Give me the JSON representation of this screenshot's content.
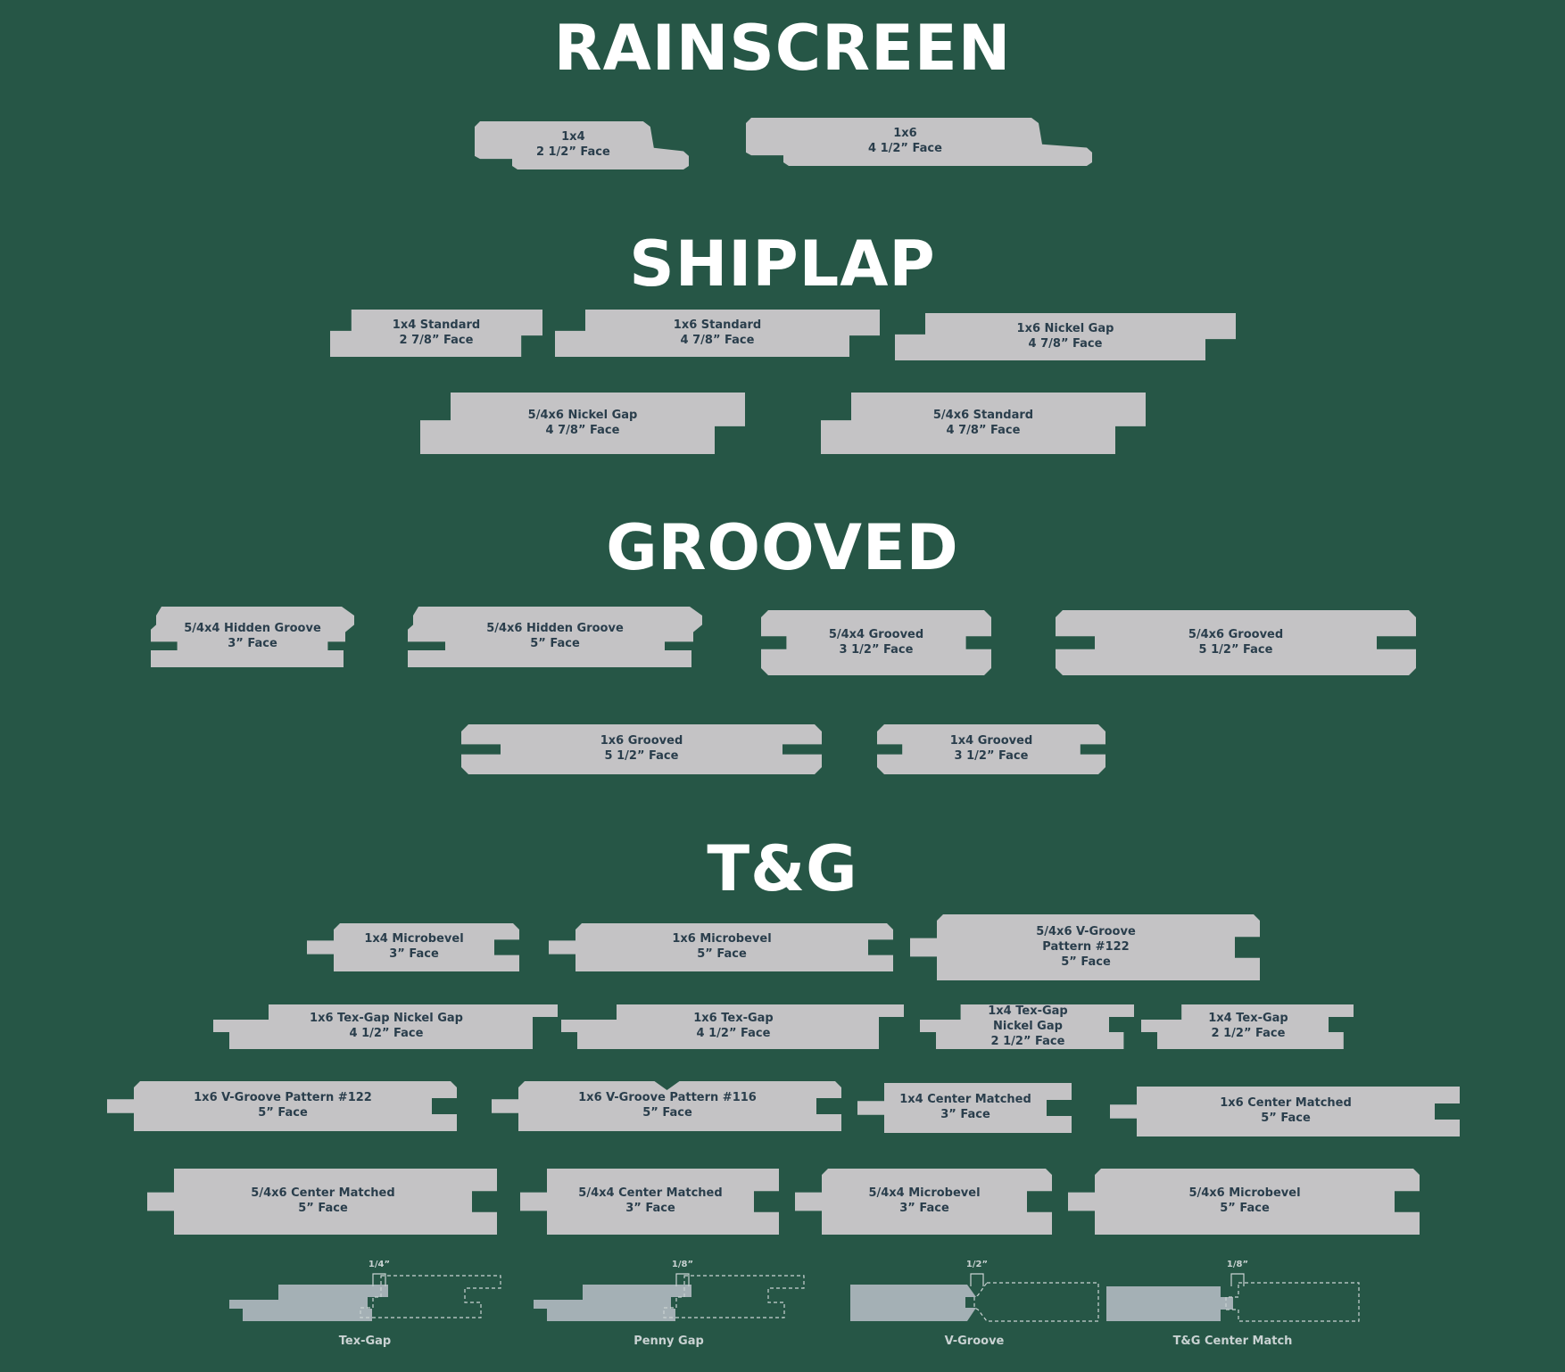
{
  "colors": {
    "background": "#265646",
    "profile_fill": "#c4c3c5",
    "label_text": "#2a3e4c",
    "heading_text": "#ffffff",
    "gap_board_fill": "#a4b0b5",
    "gap_outline": "#c9d2d2"
  },
  "sections": [
    {
      "id": "rainscreen",
      "title": "RAINSCREEN"
    },
    {
      "id": "shiplap",
      "title": "SHIPLAP"
    },
    {
      "id": "grooved",
      "title": "GROOVED"
    },
    {
      "id": "tg",
      "title": "T&G"
    }
  ],
  "profiles": [
    {
      "id": "rs-1x4",
      "section": "rainscreen",
      "shape": "rainscreen",
      "lines": [
        "1x4",
        "2 1/2” Face"
      ]
    },
    {
      "id": "rs-1x6",
      "section": "rainscreen",
      "shape": "rainscreen",
      "lines": [
        "1x6",
        "4 1/2” Face"
      ]
    },
    {
      "id": "sl-1x4-standard",
      "section": "shiplap",
      "shape": "shiplap",
      "lines": [
        "1x4 Standard",
        "2 7/8” Face"
      ]
    },
    {
      "id": "sl-1x6-standard",
      "section": "shiplap",
      "shape": "shiplap",
      "lines": [
        "1x6 Standard",
        "4 7/8” Face"
      ]
    },
    {
      "id": "sl-1x6-nickel-gap",
      "section": "shiplap",
      "shape": "shiplap",
      "lines": [
        "1x6 Nickel Gap",
        "4 7/8” Face"
      ]
    },
    {
      "id": "sl-54x6-nickel-gap",
      "section": "shiplap",
      "shape": "shiplap",
      "lines": [
        "5/4x6 Nickel Gap",
        "4 7/8” Face"
      ]
    },
    {
      "id": "sl-54x6-standard",
      "section": "shiplap",
      "shape": "shiplap",
      "lines": [
        "5/4x6 Standard",
        "4 7/8” Face"
      ]
    },
    {
      "id": "gr-54x4-hidden",
      "section": "grooved",
      "shape": "hidden-groove",
      "lines": [
        "5/4x4 Hidden Groove",
        "3” Face"
      ]
    },
    {
      "id": "gr-54x6-hidden",
      "section": "grooved",
      "shape": "hidden-groove",
      "lines": [
        "5/4x6 Hidden Groove",
        "5” Face"
      ]
    },
    {
      "id": "gr-54x4-grooved",
      "section": "grooved",
      "shape": "grooved",
      "lines": [
        "5/4x4 Grooved",
        "3 1/2” Face"
      ]
    },
    {
      "id": "gr-54x6-grooved",
      "section": "grooved",
      "shape": "grooved",
      "lines": [
        "5/4x6 Grooved",
        "5 1/2” Face"
      ]
    },
    {
      "id": "gr-1x6-grooved",
      "section": "grooved",
      "shape": "grooved",
      "lines": [
        "1x6 Grooved",
        "5 1/2” Face"
      ]
    },
    {
      "id": "gr-1x4-grooved",
      "section": "grooved",
      "shape": "grooved",
      "lines": [
        "1x4 Grooved",
        "3 1/2” Face"
      ]
    },
    {
      "id": "tg-1x4-microbevel",
      "section": "tg",
      "shape": "tg-bevel",
      "lines": [
        "1x4 Microbevel",
        "3” Face"
      ]
    },
    {
      "id": "tg-1x6-microbevel",
      "section": "tg",
      "shape": "tg-bevel",
      "lines": [
        "1x6 Microbevel",
        "5” Face"
      ]
    },
    {
      "id": "tg-54x6-vgroove-122",
      "section": "tg",
      "shape": "tg-bevel",
      "lines": [
        "5/4x6 V-Groove",
        "Pattern #122",
        "5” Face"
      ]
    },
    {
      "id": "tg-1x6-texgap-nickel",
      "section": "tg",
      "shape": "tg-step",
      "lines": [
        "1x6  Tex-Gap Nickel Gap",
        "4 1/2” Face"
      ]
    },
    {
      "id": "tg-1x6-texgap",
      "section": "tg",
      "shape": "tg-step",
      "lines": [
        "1x6 Tex-Gap",
        "4 1/2” Face"
      ]
    },
    {
      "id": "tg-1x4-texgap-nickel",
      "section": "tg",
      "shape": "tg-step",
      "lines": [
        "1x4  Tex-Gap",
        "Nickel Gap",
        "2 1/2” Face"
      ]
    },
    {
      "id": "tg-1x4-texgap",
      "section": "tg",
      "shape": "tg-step",
      "lines": [
        "1x4 Tex-Gap",
        "2 1/2” Face"
      ]
    },
    {
      "id": "tg-1x6-vgroove-122",
      "section": "tg",
      "shape": "tg-bevel",
      "lines": [
        "1x6 V-Groove Pattern #122",
        "5” Face"
      ]
    },
    {
      "id": "tg-1x6-vgroove-116",
      "section": "tg",
      "shape": "tg-vnotch",
      "lines": [
        "1x6 V-Groove Pattern #116",
        "5” Face"
      ]
    },
    {
      "id": "tg-1x4-center-matched",
      "section": "tg",
      "shape": "tg",
      "lines": [
        "1x4 Center Matched",
        "3” Face"
      ]
    },
    {
      "id": "tg-1x6-center-matched",
      "section": "tg",
      "shape": "tg",
      "lines": [
        "1x6 Center Matched",
        "5” Face"
      ]
    },
    {
      "id": "tg-54x6-center-matched",
      "section": "tg",
      "shape": "tg",
      "lines": [
        "5/4x6 Center Matched",
        "5” Face"
      ]
    },
    {
      "id": "tg-54x4-center-matched",
      "section": "tg",
      "shape": "tg",
      "lines": [
        "5/4x4 Center Matched",
        "3” Face"
      ]
    },
    {
      "id": "tg-54x4-microbevel",
      "section": "tg",
      "shape": "tg-bevel",
      "lines": [
        "5/4x4 Microbevel",
        "3” Face"
      ]
    },
    {
      "id": "tg-54x6-microbevel",
      "section": "tg",
      "shape": "tg-bevel",
      "lines": [
        "5/4x6 Microbevel",
        "5” Face"
      ]
    }
  ],
  "gap_types": [
    {
      "id": "tex-gap",
      "name": "Tex-Gap",
      "gap": "1/4”",
      "style": "step"
    },
    {
      "id": "penny-gap",
      "name": "Penny Gap",
      "gap": "1/8”",
      "style": "step"
    },
    {
      "id": "v-groove",
      "name": "V-Groove",
      "gap": "1/2”",
      "style": "v"
    },
    {
      "id": "tg-center-match",
      "name": "T&G Center Match",
      "gap": "1/8”",
      "style": "center"
    }
  ]
}
